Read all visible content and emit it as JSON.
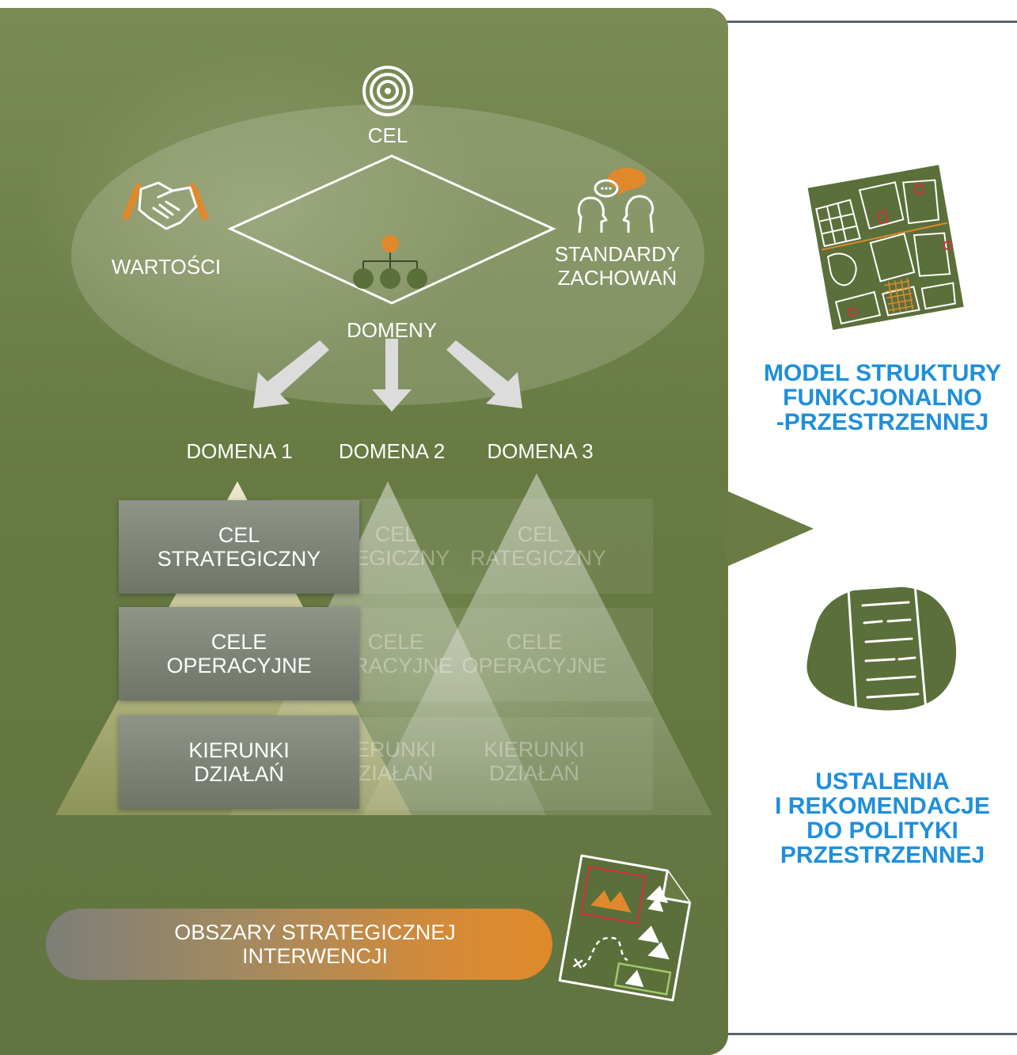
{
  "top": {
    "cel": "CEL",
    "wartosci": "WARTOŚCI",
    "standardy": "STANDARDY\nZACHOWAŃ",
    "domeny": "DOMENY"
  },
  "domains": [
    "DOMENA 1",
    "DOMENA 2",
    "DOMENA 3"
  ],
  "levels": {
    "cel": "CEL\nSTRATEGICZNY",
    "cele": "CELE\nOPERACYJNE",
    "kierunki": "KIERUNKI\nDZIAŁAŃ"
  },
  "ghost_domain2": {
    "cel": "CEL\nTEGICZNY",
    "cele": "CELE\nERACYJNE",
    "kierunki": "ERUNKI\nZIAŁAŃ"
  },
  "ghost_domain3": {
    "cel": "CEL\nRATEGICZNY",
    "cele": "CELE\nOPERACYJNE",
    "kierunki": "KIERUNKI\nDZIAŁAŃ"
  },
  "obszary": "OBSZARY STRATEGICZNEJ\nINTERWENCJI",
  "right": {
    "model": "MODEL STRUKTURY\nFUNKCJONALNO\n-PRZESTRZENNEJ",
    "ustalenia": "USTALENIA\nI REKOMENDACJE\nDO POLITYKI\nPRZESTRZENNEJ"
  },
  "colors": {
    "green": "#6a7c44",
    "orange": "#e0892c",
    "blue": "#1e8fdc",
    "dark_green": "#5b6f3a"
  },
  "icons": [
    "target-icon",
    "handshake-icon",
    "dialogue-icon",
    "hierarchy-icon",
    "map-icon",
    "document-icon",
    "treasure-map-icon"
  ]
}
